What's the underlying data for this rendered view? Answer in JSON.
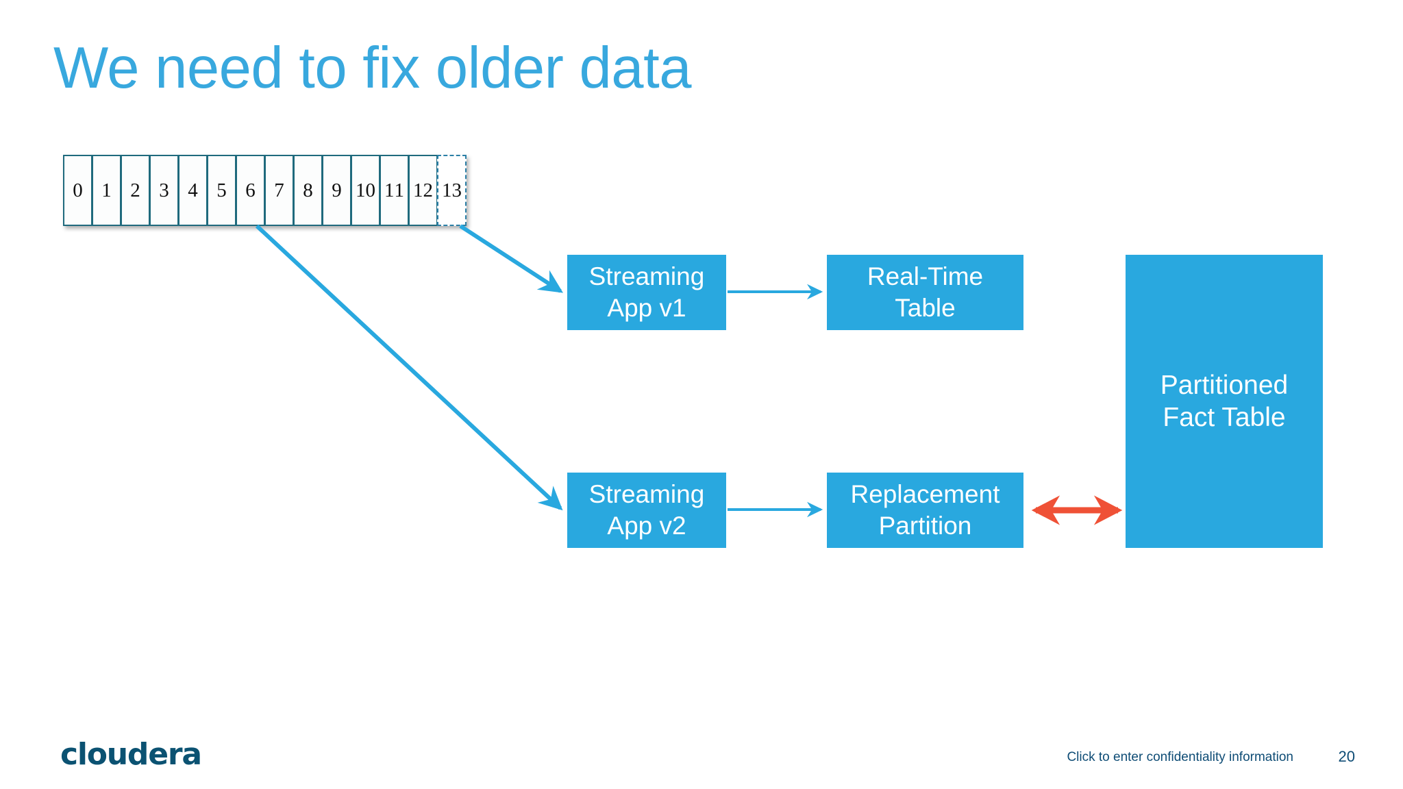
{
  "slide": {
    "title": "We need to fix older data",
    "accent_blue": "#29A8DF",
    "title_blue": "#38A8DE",
    "accent_red": "#EF5136",
    "cell_border": "#1F6A7D",
    "footer_color": "#0E4C75",
    "logo_color": "#0B5272",
    "background": "#FFFFFF"
  },
  "partitions": {
    "label": "partition timeline",
    "cells": [
      {
        "value": "0",
        "style": "solid"
      },
      {
        "value": "1",
        "style": "solid"
      },
      {
        "value": "2",
        "style": "solid"
      },
      {
        "value": "3",
        "style": "solid"
      },
      {
        "value": "4",
        "style": "solid"
      },
      {
        "value": "5",
        "style": "solid"
      },
      {
        "value": "6",
        "style": "solid"
      },
      {
        "value": "7",
        "style": "solid"
      },
      {
        "value": "8",
        "style": "solid"
      },
      {
        "value": "9",
        "style": "solid"
      },
      {
        "value": "10",
        "style": "solid"
      },
      {
        "value": "11",
        "style": "solid"
      },
      {
        "value": "12",
        "style": "solid"
      },
      {
        "value": "13",
        "style": "dashed"
      }
    ]
  },
  "diagram": {
    "boxes": {
      "streaming_v1": {
        "line1": "Streaming",
        "line2": "App v1"
      },
      "real_time_table": {
        "line1": "Real-Time",
        "line2": "Table"
      },
      "streaming_v2": {
        "line1": "Streaming",
        "line2": "App v2"
      },
      "replacement_partition": {
        "line1": "Replacement",
        "line2": "Partition"
      },
      "partitioned_fact_table": {
        "line1": "Partitioned",
        "line2": "Fact Table"
      }
    },
    "connectors": [
      {
        "name": "partition-13-to-streaming-v1",
        "kind": "diagonal-arrow",
        "color": "#29A8DF"
      },
      {
        "name": "partition-6-to-streaming-v2",
        "kind": "diagonal-arrow",
        "color": "#29A8DF"
      },
      {
        "name": "streaming-v1-to-real-time-table",
        "kind": "arrow",
        "color": "#29A8DF"
      },
      {
        "name": "streaming-v2-to-replacement-partition",
        "kind": "arrow",
        "color": "#29A8DF"
      },
      {
        "name": "replacement-partition-to-fact-table",
        "kind": "double-arrow",
        "color": "#EF5136"
      }
    ]
  },
  "footer": {
    "logo_text": "cloudera",
    "confidentiality": "Click to enter confidentiality information",
    "page_number": "20"
  }
}
